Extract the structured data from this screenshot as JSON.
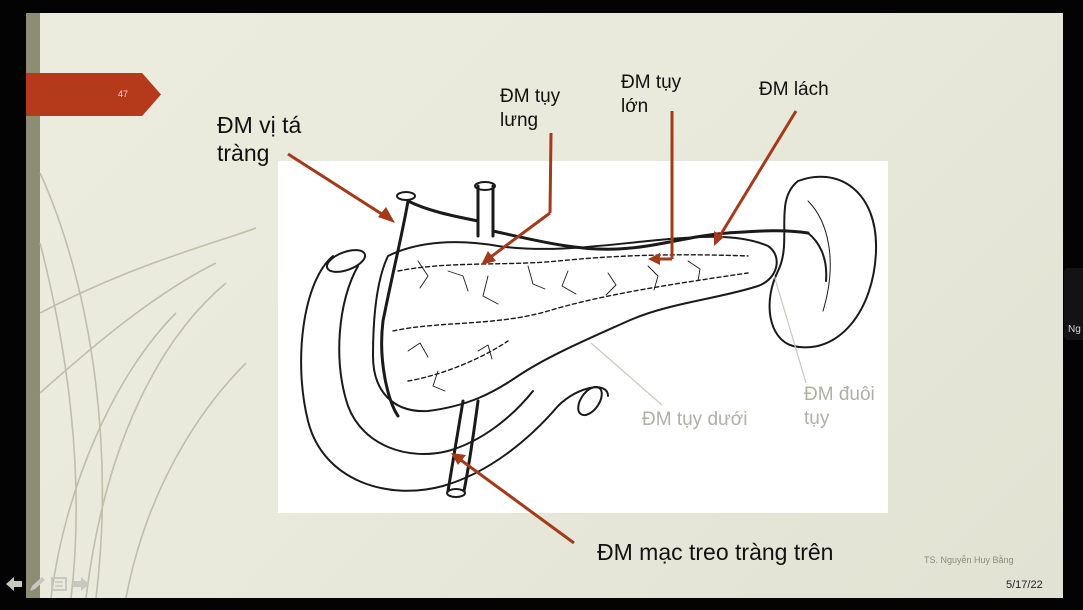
{
  "slide": {
    "number": "47",
    "labels": {
      "gastroduodenal": [
        "ĐM vị tá",
        "tràng"
      ],
      "dorsal_pancreatic": [
        "ĐM tụy",
        "lưng"
      ],
      "great_pancreatic": [
        "ĐM tụy",
        "lớn"
      ],
      "splenic": "ĐM lách",
      "inferior_pancreatic": "ĐM tụy dưới",
      "caudal_pancreatic": [
        "ĐM đuôi",
        "tụy"
      ],
      "superior_mesenteric": "ĐM mạc treo tràng trên"
    },
    "author": "TS. Nguyễn Huy Bằng",
    "date": "5/17/22"
  },
  "nav_icons": [
    "back-arrow-icon",
    "pen-icon",
    "slides-menu-icon",
    "forward-arrow-icon"
  ],
  "side_tab": {
    "text": "Ng"
  },
  "colors": {
    "accent": "#b5391b",
    "arrow": "#a43a1a",
    "background": "#ececde"
  }
}
